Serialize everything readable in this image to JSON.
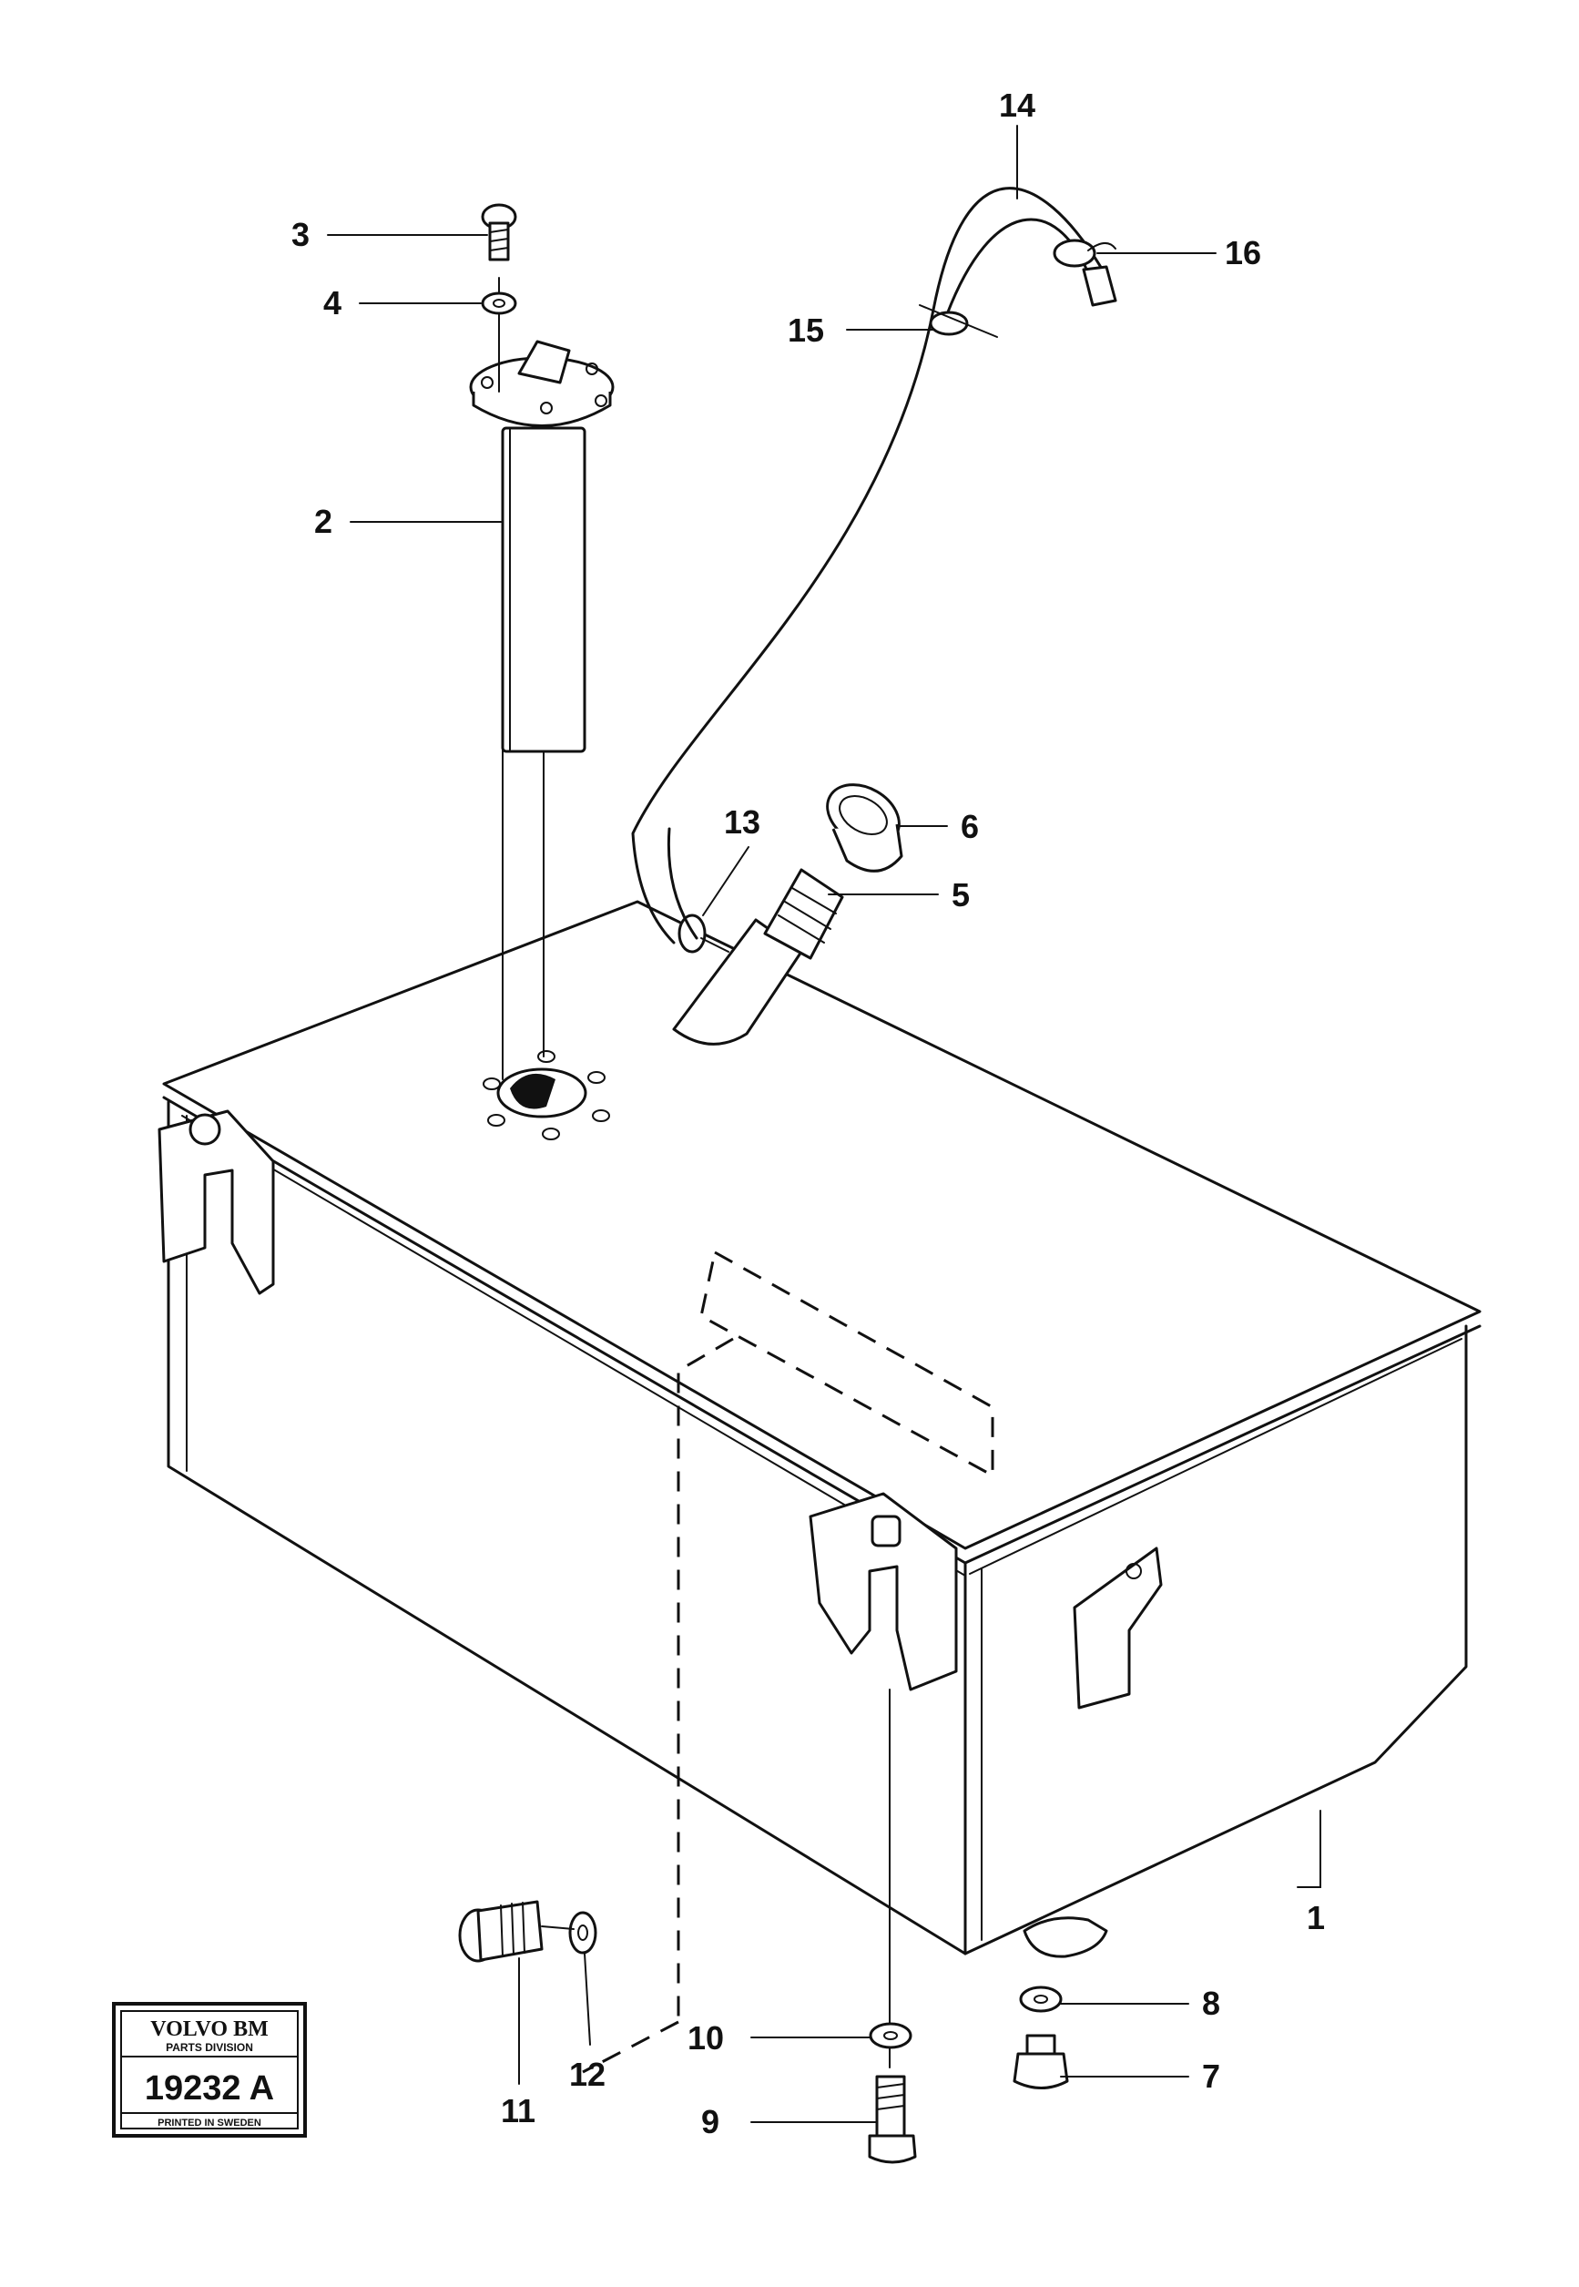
{
  "callouts": [
    {
      "id": "1",
      "text": "1"
    },
    {
      "id": "2",
      "text": "2"
    },
    {
      "id": "3",
      "text": "3"
    },
    {
      "id": "4",
      "text": "4"
    },
    {
      "id": "5",
      "text": "5"
    },
    {
      "id": "6",
      "text": "6"
    },
    {
      "id": "7",
      "text": "7"
    },
    {
      "id": "8",
      "text": "8"
    },
    {
      "id": "9",
      "text": "9"
    },
    {
      "id": "10",
      "text": "10"
    },
    {
      "id": "11",
      "text": "11"
    },
    {
      "id": "12",
      "text": "12"
    },
    {
      "id": "13",
      "text": "13"
    },
    {
      "id": "14",
      "text": "14"
    },
    {
      "id": "15",
      "text": "15"
    },
    {
      "id": "16",
      "text": "16"
    }
  ],
  "stamp": {
    "brand": "VOLVO BM",
    "division": "PARTS DIVISION",
    "number": "19232 A",
    "footer": "PRINTED IN SWEDEN"
  }
}
